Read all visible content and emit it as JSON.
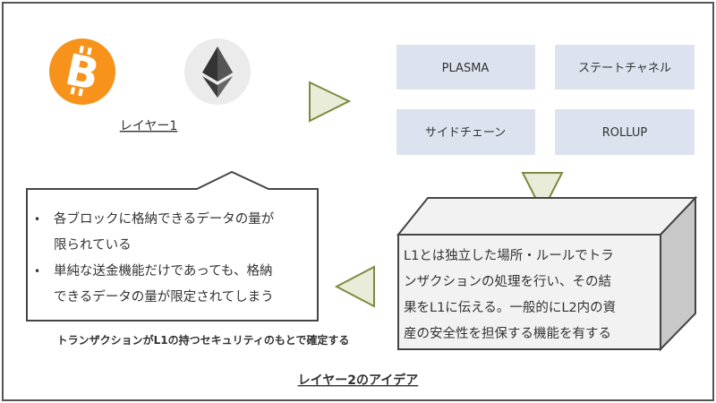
{
  "colors": {
    "bitcoin": "#F7931A",
    "eth_bg": "#ebebeb",
    "box": "#dce3ee",
    "arrow_fill": "#e8ecd8",
    "arrow_stroke": "#7b8b3e"
  },
  "layer1": {
    "label": "レイヤー1",
    "icons": [
      "bitcoin-logo",
      "ethereum-logo"
    ]
  },
  "solutions": [
    {
      "label": "PLASMA"
    },
    {
      "label": "ステートチャネル"
    },
    {
      "label": "サイドチェーン"
    },
    {
      "label": "ROLLUP"
    }
  ],
  "problem": {
    "bullets": [
      [
        "各ブロックに格納できるデータの量が",
        "限られている"
      ],
      [
        "単純な送金機能だけであっても、格納",
        "できるデータの量が限定されてしまう"
      ]
    ],
    "bullet_char": "•"
  },
  "layer2_box": {
    "lines": [
      "L1とは独立した場所・ルールでトラ",
      "ンザクションの処理を行い、その結",
      "果をL1に伝える。一般的にL2内の資",
      "産の安全性を担保する機能を有する"
    ]
  },
  "caption": "トランザクションがL1の持つセキュリティのもとで確定する",
  "title": "レイヤー2のアイデア"
}
